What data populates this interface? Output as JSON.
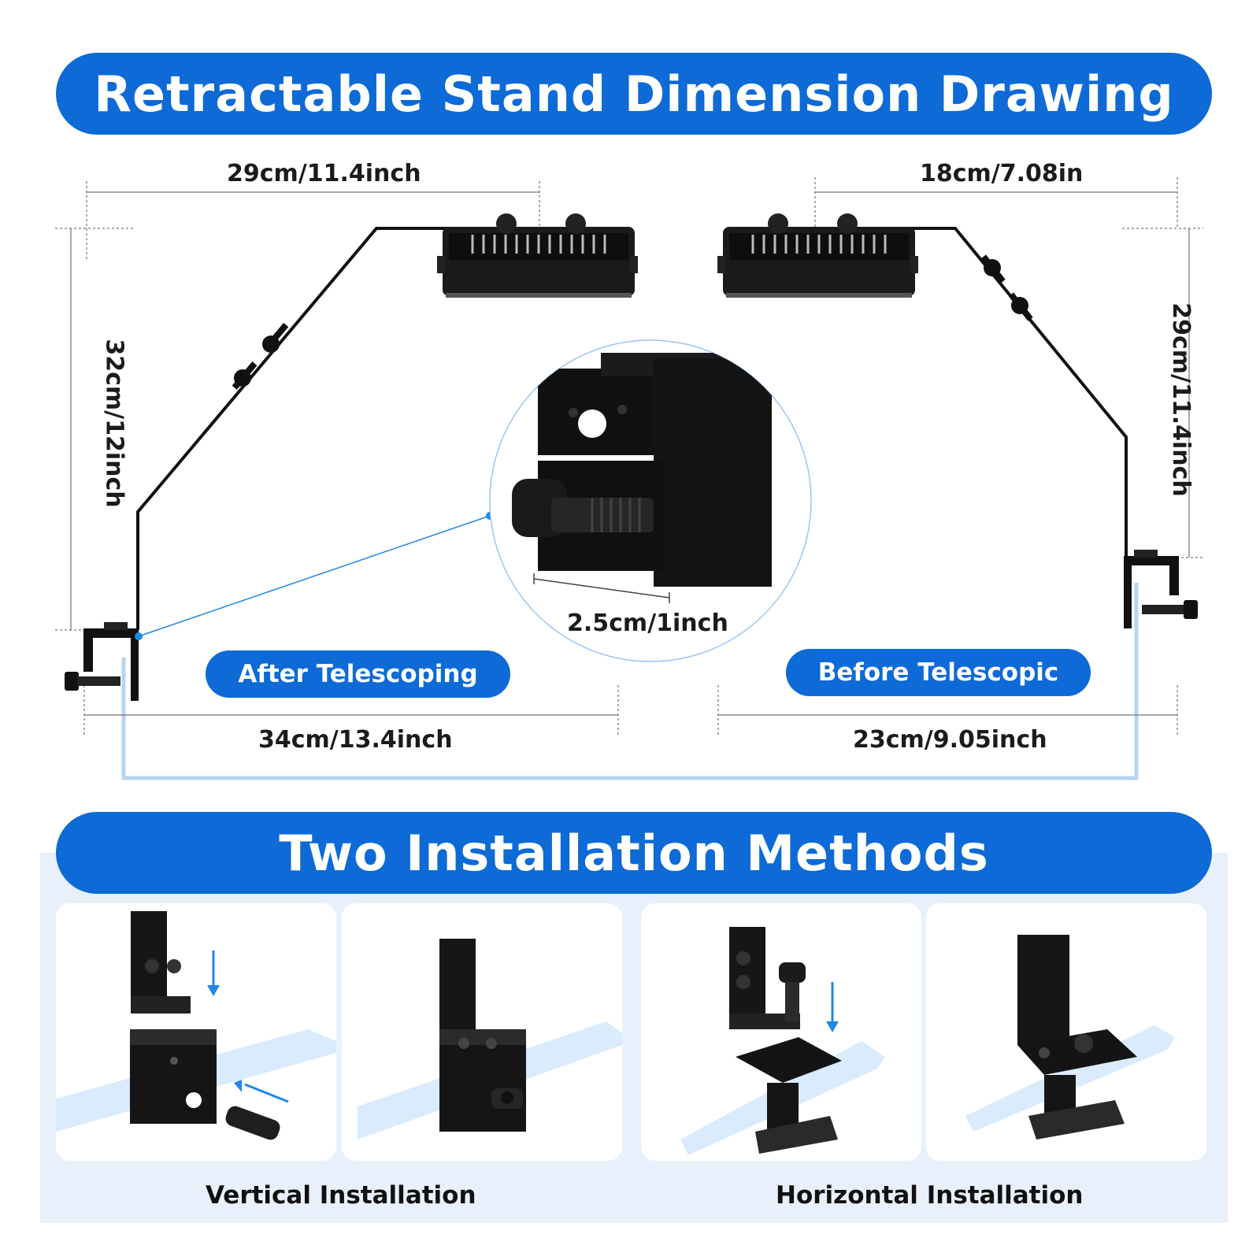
{
  "title": "Retractable Stand Dimension Drawing",
  "dimensions": {
    "after_width": "29cm/11.4inch",
    "before_width": "18cm/7.08in",
    "after_height": "32cm/12inch",
    "before_height": "29cm/11.4inch",
    "clamp_width": "2.5cm/1inch",
    "after_span": "34cm/13.4inch",
    "before_span": "23cm/9.05inch"
  },
  "labels": {
    "after": "After Telescoping",
    "before": "Before Telescopic"
  },
  "section2_title": "Two Installation Methods",
  "captions": {
    "vertical": "Vertical Installation",
    "horizontal": "Horizontal Installation"
  },
  "colors": {
    "brand_blue": "#0d6ad6",
    "light_blue": "#a9cff2",
    "panel_bg": "#e8f1fb",
    "product": "#111111"
  }
}
